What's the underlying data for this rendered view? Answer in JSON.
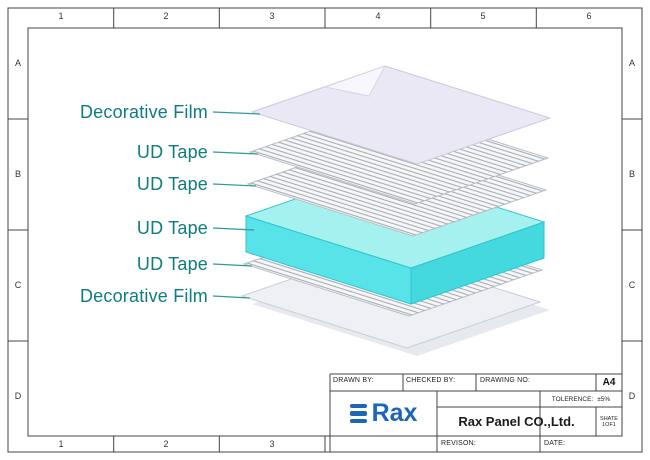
{
  "sheet": {
    "columns": [
      "1",
      "2",
      "3",
      "4",
      "5",
      "6"
    ],
    "rows": [
      "A",
      "B",
      "C",
      "D"
    ]
  },
  "diagram": {
    "labels": [
      "Decorative Film",
      "UD Tape",
      "UD Tape",
      "UD Tape",
      "UD Tape",
      "Decorative Film"
    ]
  },
  "title_block": {
    "drawn_by_label": "DRAWN BY:",
    "checked_by_label": "CHECKED BY:",
    "drawing_no_label": "DRAWING NO:",
    "paper_size": "A4",
    "logo_text": "Rax",
    "company": "Rax Panel CO.,Ltd.",
    "tolerance_label": "TOLERENCE:",
    "tolerance_value": "±5%",
    "sheet_label": "SHATE 1OF1",
    "revision_label": "REVISON:",
    "date_label": "DATE:"
  },
  "colors": {
    "label_teal": "#0e7c80",
    "leader_teal": "#2b9a9d",
    "core_cyan_top": "#a5f1ef",
    "core_cyan_front": "#58e3e9",
    "core_cyan_side": "#43d9df",
    "logo_blue": "#1b66b5"
  }
}
